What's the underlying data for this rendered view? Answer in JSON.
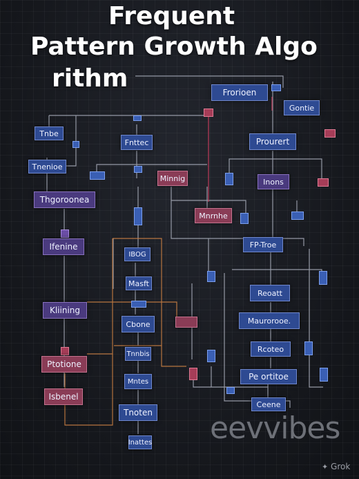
{
  "title": {
    "line1": "Frequent",
    "line2": "Pattern Growth Algo",
    "line3": "rithm"
  },
  "nodes": {
    "frorioen": "Frorioen",
    "gontie": "Gontie",
    "tnbe": "Tnbe",
    "fnttec": "Fnttec",
    "prourert": "Prourert",
    "tnenioe": "Tnenioe",
    "minnig": "Minnig",
    "inons": "Inons",
    "thgoroonea": "Thgoroonea",
    "mnrnhe": "Mnrnhe",
    "fp_tree": "FP-Troe",
    "ifenine": "Ifenine",
    "ibog": "IBOG",
    "masft": "Masft",
    "reoatt": "Reoatt",
    "kliining": "Kliining",
    "maurorooe": "Maurorooe.",
    "cbone": "Cbone",
    "rocteo": "Rcoteo",
    "ptotione": "Ptotione",
    "tnnbis": "Tnnbis",
    "pe_ortitoe": "Pe ortitoe",
    "mntes": "Mntes",
    "isbenel": "Isbenel",
    "tnoten": "Tnoten",
    "ceene": "Ceene",
    "inattes": "Inattes"
  },
  "watermark": "eevvibes",
  "badge": "Grok"
}
